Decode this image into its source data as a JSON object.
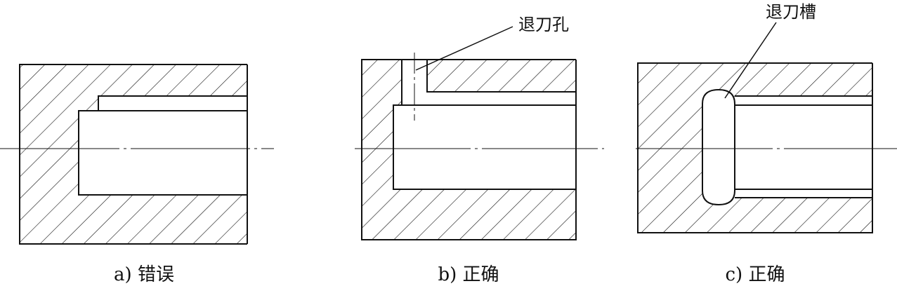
{
  "annotations": {
    "relief_hole": "退刀孔",
    "relief_groove": "退刀槽"
  },
  "captions": {
    "a": "a) 错误",
    "b": "b) 正确",
    "c": "c) 正确"
  },
  "colors": {
    "ink": "#111111",
    "background": "#ffffff"
  }
}
